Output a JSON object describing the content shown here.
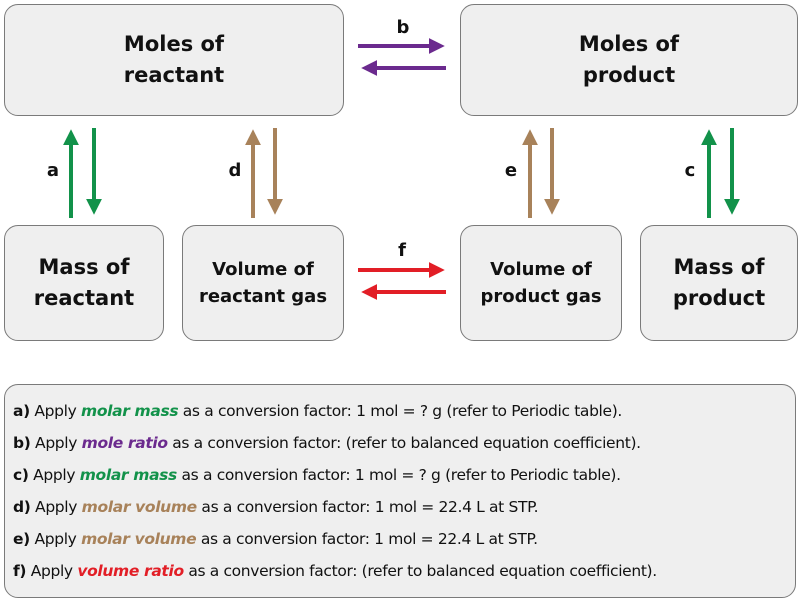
{
  "colors": {
    "green": "#12924a",
    "purple": "#6b2a8e",
    "brown": "#a8825a",
    "red": "#e21e26"
  },
  "boxes": {
    "moles_reactant": "Moles of\nreactant",
    "moles_product": "Moles of\nproduct",
    "mass_reactant": "Mass of\nreactant",
    "volume_reactant_gas": "Volume of\nreactant gas",
    "volume_product_gas": "Volume of\nproduct gas",
    "mass_product": "Mass of\nproduct"
  },
  "arrow_labels": {
    "a": "a",
    "b": "b",
    "c": "c",
    "d": "d",
    "e": "e",
    "f": "f"
  },
  "legend": [
    {
      "key": "a)",
      "pre": " Apply ",
      "term": "molar mass",
      "color": "green",
      "post": " as a conversion factor: 1 mol = ? g (refer to Periodic table)."
    },
    {
      "key": "b)",
      "pre": " Apply ",
      "term": "mole ratio",
      "color": "purple",
      "post": " as a conversion factor:  (refer to balanced equation coefficient)."
    },
    {
      "key": "c)",
      "pre": " Apply ",
      "term": "molar mass",
      "color": "green",
      "post": " as a conversion factor: 1 mol = ? g (refer to Periodic table)."
    },
    {
      "key": "d)",
      "pre": " Apply ",
      "term": "molar volume",
      "color": "brown",
      "post": " as a conversion factor: 1 mol = 22.4 L at STP."
    },
    {
      "key": "e)",
      "pre": " Apply ",
      "term": "molar volume",
      "color": "brown",
      "post": " as a conversion factor: 1 mol = 22.4 L at STP."
    },
    {
      "key": "f)",
      "pre": " Apply ",
      "term": "volume ratio",
      "color": "red",
      "post": " as a conversion factor: (refer to balanced equation coefficient)."
    }
  ]
}
